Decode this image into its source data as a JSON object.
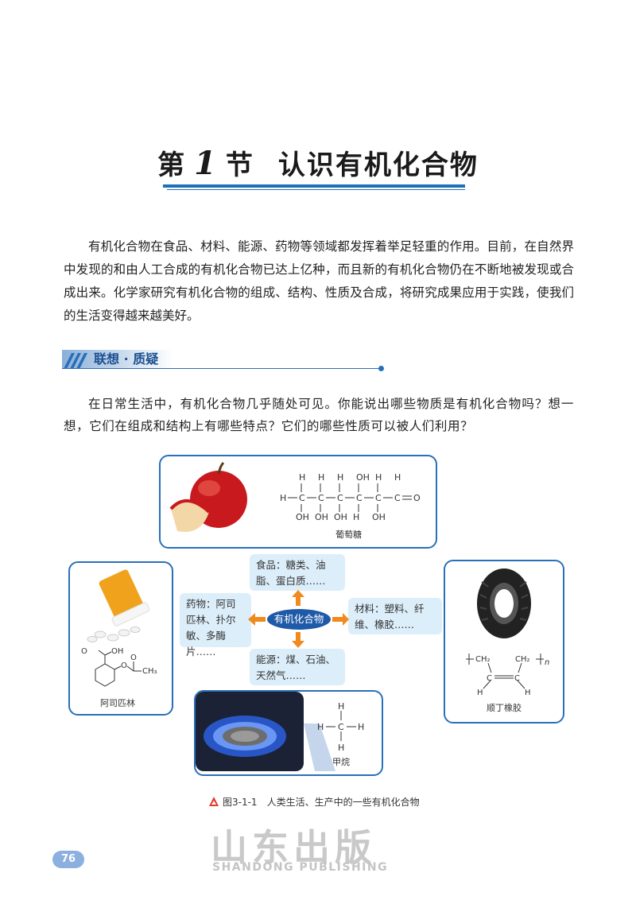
{
  "title": {
    "prefix": "第",
    "number": "1",
    "suffix": "节",
    "name": "认识有机化合物"
  },
  "intro": "有机化合物在食品、材料、能源、药物等领域都发挥着举足轻重的作用。目前，在自然界中发现的和由人工合成的有机化合物已达上亿种，而且新的有机化合物仍在不断地被发现或合成出来。化学家研究有机化合物的组成、结构、性质及合成，将研究成果应用于实践，使我们的生活变得越来越美好。",
  "section": {
    "title": "联想 · 质疑"
  },
  "question": "在日常生活中，有机化合物几乎随处可见。你能说出哪些物质是有机化合物吗？想一想，它们在组成和结构上有哪些特点？它们的哪些性质可以被人们利用？",
  "figure": {
    "center": "有机化合物",
    "food": "食品：糖类、油脂、蛋白质……",
    "medicine": "药物：阿司匹林、扑尔敏、多酶片……",
    "material": "材料：塑料、纤维、橡胶……",
    "energy": "能源：煤、石油、天然气……",
    "glucose_label": "葡萄糖",
    "aspirin_label": "阿司匹林",
    "rubber_label": "顺丁橡胶",
    "methane_label": "甲烷",
    "glucose": {
      "h": "H",
      "oh": "OH",
      "o": "O",
      "c": "C"
    },
    "aspirin": {
      "oh": "OH",
      "o": "O",
      "ch3": "CH₃"
    },
    "rubber": {
      "ch2": "CH₂",
      "h": "H",
      "c": "C",
      "n": "n"
    },
    "methane": {
      "h": "H",
      "c": "C"
    },
    "caption": "图3-1-1　人类生活、生产中的一些有机化合物"
  },
  "watermark": {
    "cn": "山东出版",
    "en": "SHANDONG PUBLISHING"
  },
  "page_number": "76",
  "colors": {
    "accent": "#1e6fb8",
    "bubble": "#dceef9",
    "oval": "#1e5aa8",
    "arrow": "#f08a1c"
  }
}
